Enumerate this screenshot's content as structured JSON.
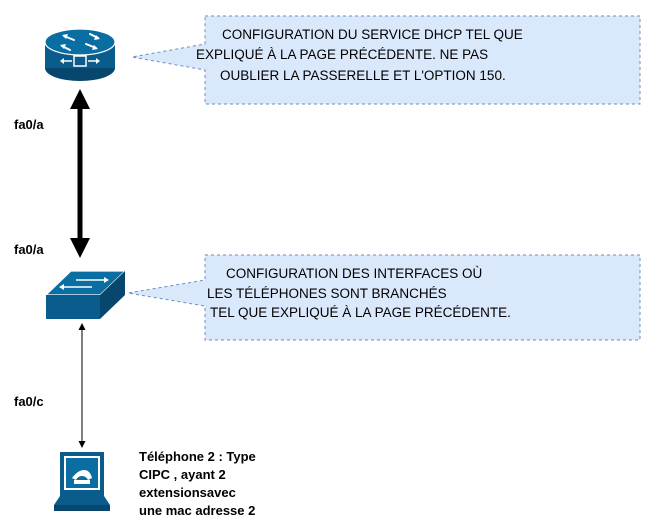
{
  "colors": {
    "device_blue": "#0a5c8c",
    "device_blue_dark": "#07476d",
    "callout_fill": "#dae8fc",
    "callout_stroke": "#6c8ebf",
    "link": "#000000"
  },
  "icons": {
    "router": "router-icon",
    "switch": "switch-icon",
    "phone": "ip-phone-icon"
  },
  "callouts": {
    "router_note": {
      "lines": [
        "CONFIGURATION DU SERVICE DHCP TEL QUE",
        "EXPLIQUÉ À LA PAGE PRÉCÉDENTE. NE PAS",
        "OUBLIER LA PASSERELLE ET L'OPTION 150."
      ]
    },
    "switch_note": {
      "lines": [
        "CONFIGURATION DES INTERFACES OÙ",
        "LES TÉLÉPHONES SONT BRANCHÉS",
        "TEL QUE EXPLIQUÉ À LA PAGE PRÉCÉDENTE."
      ]
    }
  },
  "ports": {
    "router_port": "fa0/a",
    "switch_uplink_port": "fa0/a",
    "switch_access_port": "fa0/c"
  },
  "phone": {
    "label_lines": [
      "Téléphone 2 : Type",
      "CIPC , ayant 2",
      "extensionsavec",
      "une mac adresse 2"
    ]
  }
}
